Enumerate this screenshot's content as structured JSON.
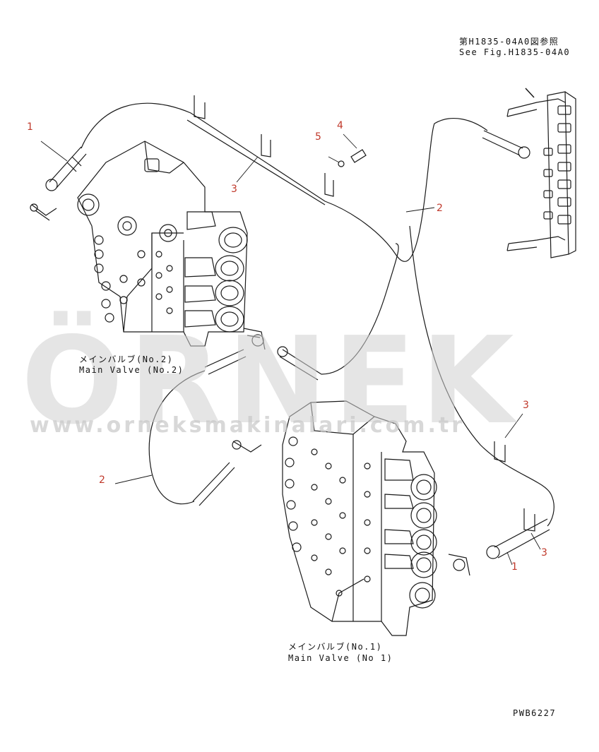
{
  "reference": {
    "line_jp": "第H1835-04A0図参照",
    "line_en": "See Fig.H1835-04A0"
  },
  "valve_no2": {
    "label_jp": "メインバルブ(No.2)",
    "label_en": "Main Valve (No.2)"
  },
  "valve_no1": {
    "label_jp": "メインバルブ(No.1)",
    "label_en": "Main Valve (No 1)"
  },
  "callouts": {
    "c1_top": "1",
    "c5": "5",
    "c4": "4",
    "c3_top": "3",
    "c2_right": "2",
    "c3_right": "3",
    "c2_left": "2",
    "c3_bottom": "3",
    "c1_bottom": "1"
  },
  "watermark": {
    "brand": "ÖRNEK",
    "url": "www.orneksmakinalari.com.tr"
  },
  "drawing_code": "PWB6227",
  "colors": {
    "line": "#1a1a1a",
    "callout": "#c0392b",
    "watermark": "#d0d0d0",
    "watermark_accent": "#f3d27a"
  }
}
